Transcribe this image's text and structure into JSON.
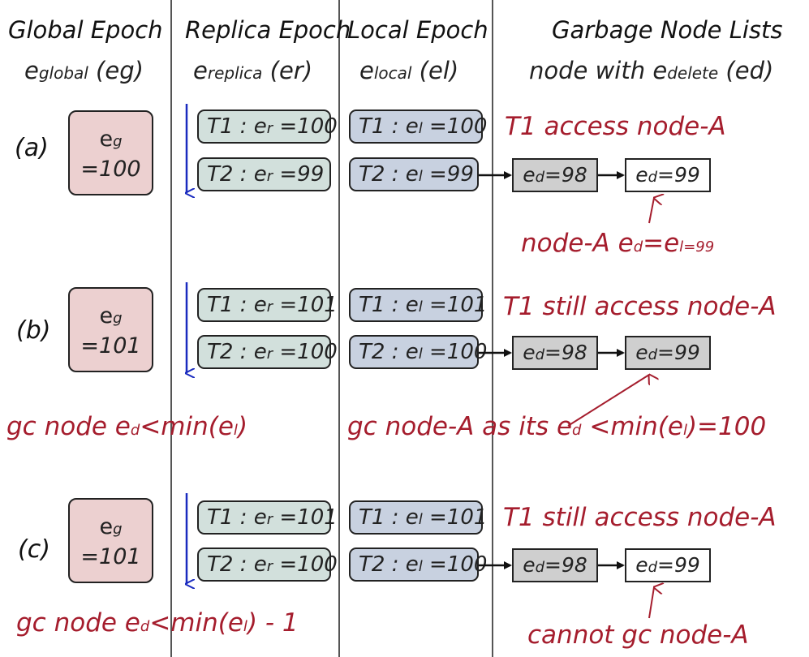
{
  "headers": {
    "global": {
      "title": "Global Epoch",
      "sub_main": "e",
      "sub_small": "global",
      "sub_paren": " (eg)"
    },
    "replica": {
      "title": "Replica Epoch",
      "sub_main": "e",
      "sub_small": "replica",
      "sub_paren": " (er)"
    },
    "local": {
      "title": "Local Epoch",
      "sub_main": "e",
      "sub_small": "local",
      "sub_paren": " (el)"
    },
    "garbage": {
      "title": "Garbage Node Lists",
      "sub_main": "node with e",
      "sub_small": "delete",
      "sub_paren": " (ed)"
    }
  },
  "colors": {
    "annotation": "#a51d2d",
    "down_arrow": "#1a2bbf",
    "global_box": "#ecd0d0",
    "replica_box": "#d2e0dc",
    "local_box": "#c8d1e0",
    "gray_node": "#cfcfcf"
  },
  "rows": [
    {
      "label": "(a)",
      "global": {
        "sym": "e",
        "sub": "g",
        "value": "=100"
      },
      "replica": [
        {
          "t": "T1 : e",
          "sub": "r",
          "v": " =100"
        },
        {
          "t": "T2 : e",
          "sub": "r",
          "v": " =99"
        }
      ],
      "local": [
        {
          "t": "T1 : e",
          "sub": "l",
          "v": " =100"
        },
        {
          "t": "T2 : e",
          "sub": "l",
          "v": " =99"
        }
      ],
      "nodes": [
        {
          "sym": "e",
          "sub": "d",
          "v": "=98",
          "style": "gray"
        },
        {
          "sym": "e",
          "sub": "d",
          "v": "=99",
          "style": "white"
        }
      ],
      "note_top": "T1 access node-A",
      "note_bottom": {
        "a": "node-A e",
        "b": "d",
        "c": "=e",
        "d": "l",
        "e": "=99"
      }
    },
    {
      "label": "(b)",
      "global": {
        "sym": "e",
        "sub": "g",
        "value": "=101"
      },
      "replica": [
        {
          "t": "T1 : e",
          "sub": "r",
          "v": " =101"
        },
        {
          "t": "T2 : e",
          "sub": "r",
          "v": " =100"
        }
      ],
      "local": [
        {
          "t": "T1 : e",
          "sub": "l",
          "v": " =101"
        },
        {
          "t": "T2 : e",
          "sub": "l",
          "v": " =100"
        }
      ],
      "nodes": [
        {
          "sym": "e",
          "sub": "d",
          "v": "=98",
          "style": "gray"
        },
        {
          "sym": "e",
          "sub": "d",
          "v": "=99",
          "style": "gray"
        }
      ],
      "note_top": "T1 still access node-A",
      "gc_left": {
        "a": "gc node e",
        "b": "d",
        "c": "<min(e",
        "d": "l",
        "e": ")"
      },
      "gc_right": {
        "a": "gc node-A as its e",
        "b": "d",
        "c": " <min(e",
        "d": "l",
        "e": ")=100"
      }
    },
    {
      "label": "(c)",
      "global": {
        "sym": "e",
        "sub": "g",
        "value": "=101"
      },
      "replica": [
        {
          "t": "T1 : e",
          "sub": "r",
          "v": " =101"
        },
        {
          "t": "T2 : e",
          "sub": "r",
          "v": " =100"
        }
      ],
      "local": [
        {
          "t": "T1 : e",
          "sub": "l",
          "v": " =101"
        },
        {
          "t": "T2 : e",
          "sub": "l",
          "v": " =100"
        }
      ],
      "nodes": [
        {
          "sym": "e",
          "sub": "d",
          "v": "=98",
          "style": "gray"
        },
        {
          "sym": "e",
          "sub": "d",
          "v": "=99",
          "style": "white"
        }
      ],
      "note_top": "T1 still access node-A",
      "gc_left": {
        "a": "gc node e",
        "b": "d",
        "c": "<min(e",
        "d": "l",
        "e": ") - 1"
      },
      "note_bottom": "cannot gc node-A"
    }
  ]
}
